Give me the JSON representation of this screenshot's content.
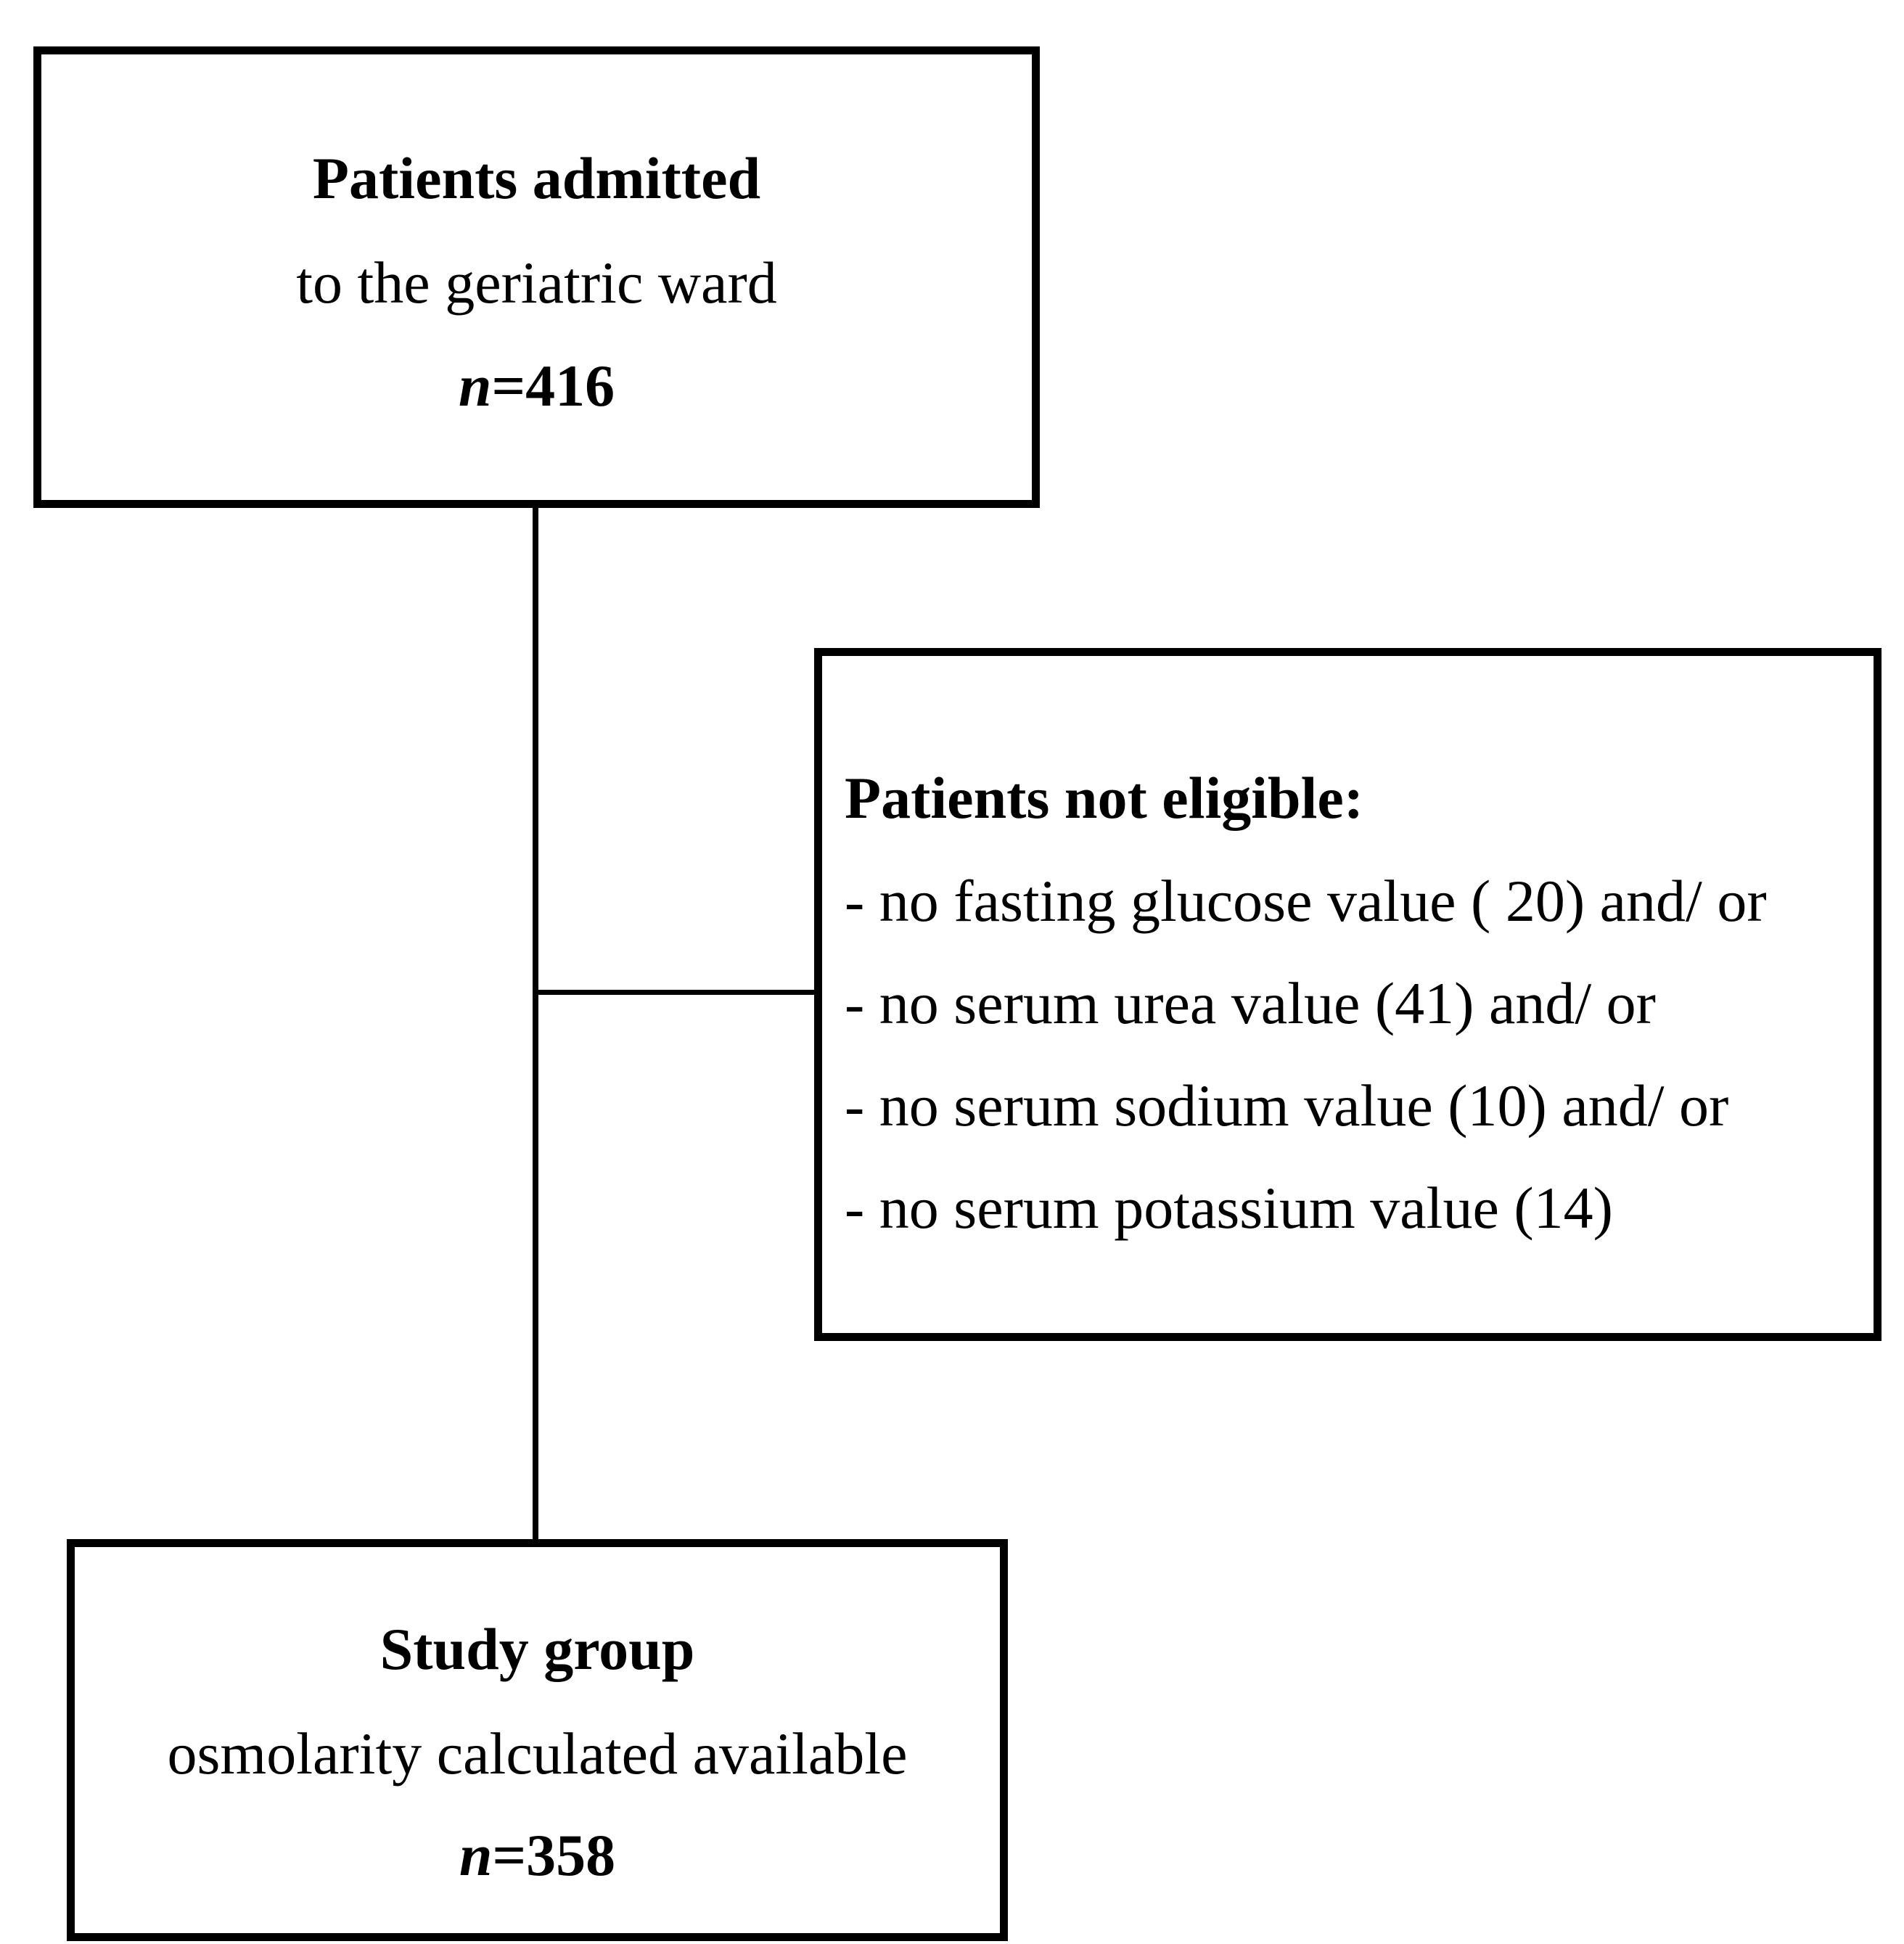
{
  "admitted_box": {
    "title": "Patients admitted",
    "subtitle": "to the geriatric ward",
    "n_prefix": "n",
    "n_value": "=416"
  },
  "exclusion_box": {
    "title": "Patients not eligible:",
    "items": [
      "- no fasting glucose value ( 20) and/ or",
      "- no serum urea value (41) and/ or",
      "- no serum sodium value (10) and/ or",
      "- no serum potassium value (14)"
    ]
  },
  "study_box": {
    "title": "Study group",
    "subtitle": "osmolarity calculated available",
    "n_prefix": "n",
    "n_value": "=358"
  }
}
